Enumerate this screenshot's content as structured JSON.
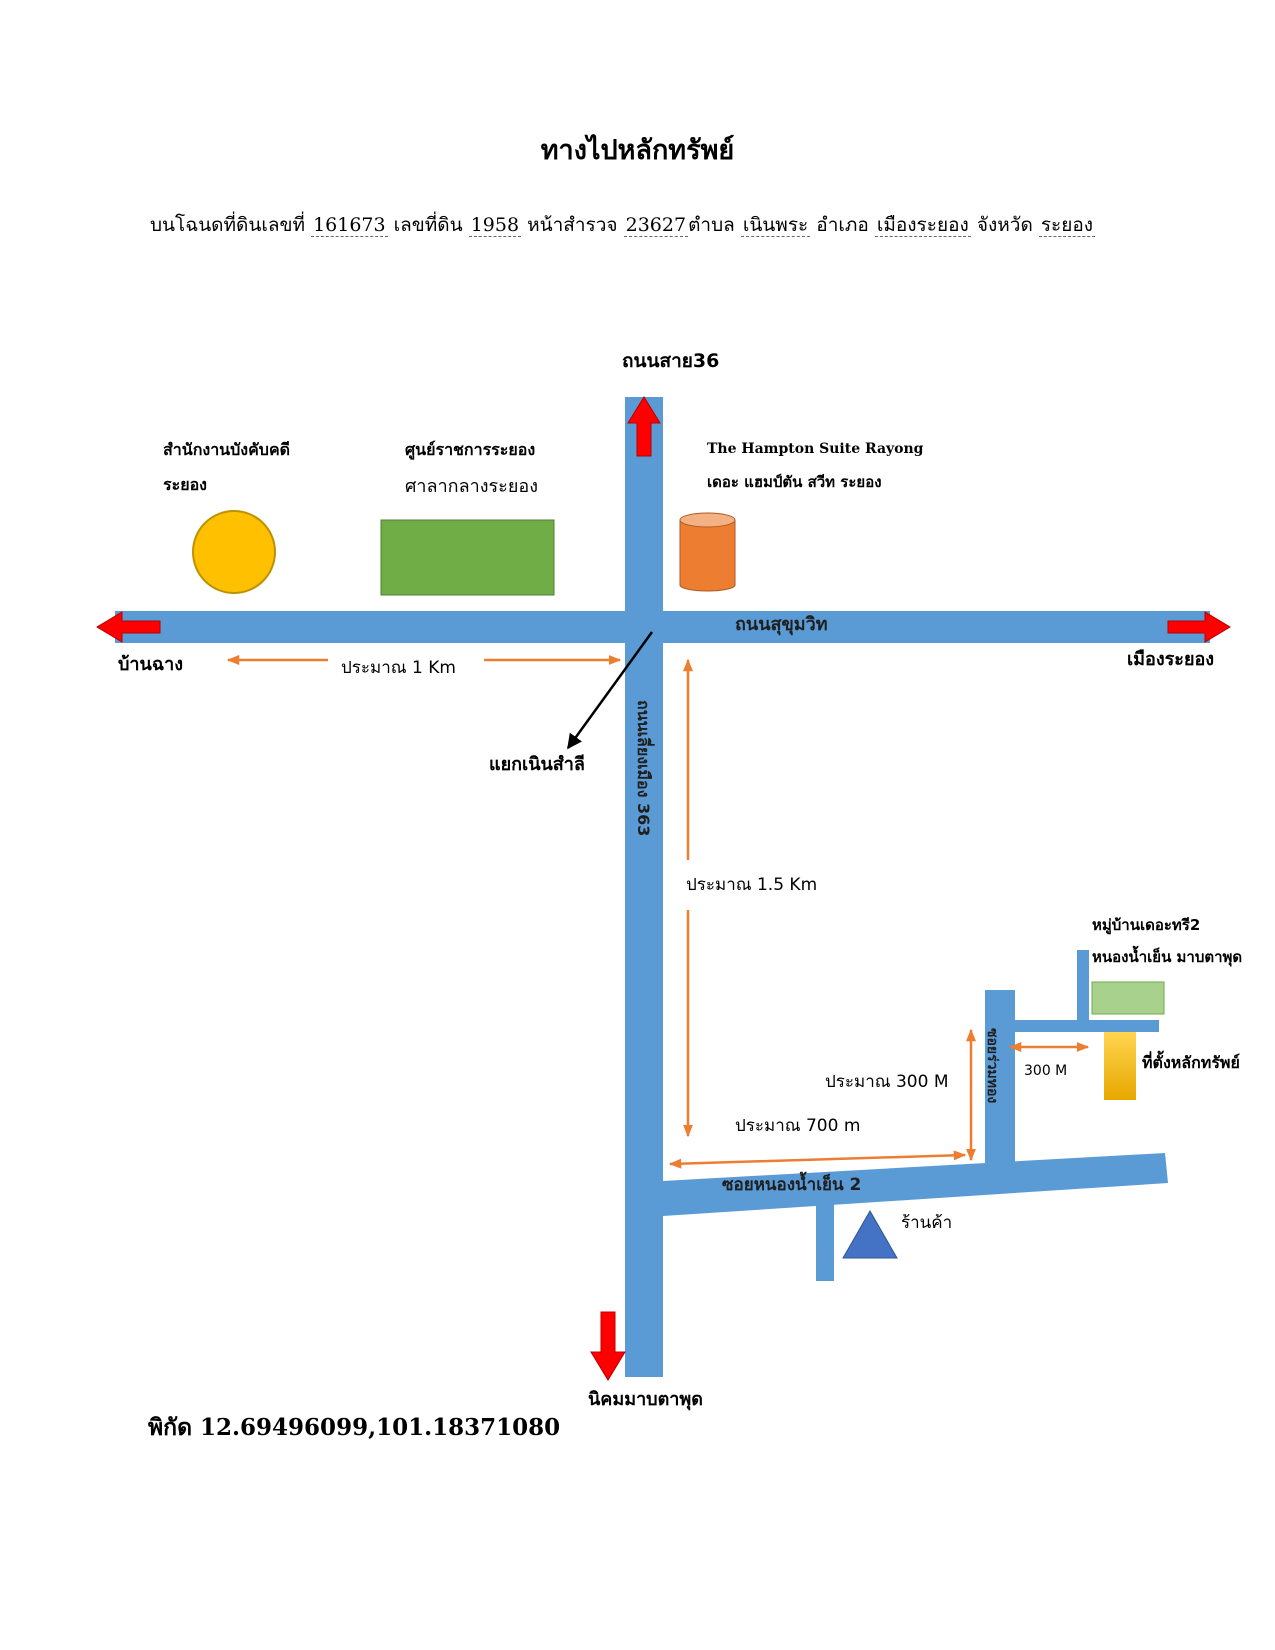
{
  "title": "ทางไปหลักทรัพย์",
  "deed": {
    "prefix": "บนโฉนดที่ดินเลขที่",
    "deed_no": "161673",
    "land_no_label": "เลขที่ดิน",
    "land_no": "1958",
    "survey_label": "หน้าสำรวจ",
    "survey_no": "23627",
    "subdistrict_label": "ตำบล",
    "subdistrict": "เนินพระ",
    "district_label": "อำเภอ",
    "district": "เมืองระยอง",
    "province_label": "จังหวัด",
    "province": "ระยอง"
  },
  "map": {
    "roads": {
      "road_north": "ถนนสาย36",
      "sukhumvit": "ถนนสุขุมวิท",
      "road_363": "ถนนเลี่ยงเมือง 363",
      "soi_nongnamyen2": "ซอยหนองน้ำเย็น 2",
      "soi_side": "ซอยร่วมทอง"
    },
    "directions": {
      "west": "บ้านฉาง",
      "east": "เมืองระยอง",
      "south": "นิคมมาบตาพุด"
    },
    "junction": "แยกเนินสำลี",
    "landmarks": {
      "court_line1": "สำนักงานบังคับคดี",
      "court_line2": "ระยอง",
      "gov_line1": "ศูนย์ราชการระยอง",
      "gov_line2": "ศาลากลางระยอง",
      "hotel_en": "The Hampton Suite Rayong",
      "hotel_th": "เดอะ แฮมป์ตัน สวีท ระยอง",
      "village_line1": "หมู่บ้านเดอะทรี2",
      "village_line2": "หนองน้ำเย็น มาบตาพุด",
      "property": "ที่ตั้งหลักทรัพย์",
      "shop": "ร้านค้า"
    },
    "distances": {
      "d1": "ประมาณ 1 Km",
      "d2": "ประมาณ 1.5 Km",
      "d3": "ประมาณ 300 M",
      "d4": "ประมาณ 700 m",
      "d5": "300 M"
    },
    "colors": {
      "road": "#5b9bd5",
      "arrow_red": "#ff0000",
      "distance_arrow": "#ed7d31",
      "court_circle": "#ffc000",
      "gov_rect": "#70ad47",
      "hotel_cylinder": "#ed7d31",
      "village_rect": "#a9d18e",
      "property_rect": "#ffc000",
      "shop_triangle": "#4472c4"
    }
  },
  "coordinates": "พิกัด 12.69496099,101.18371080"
}
